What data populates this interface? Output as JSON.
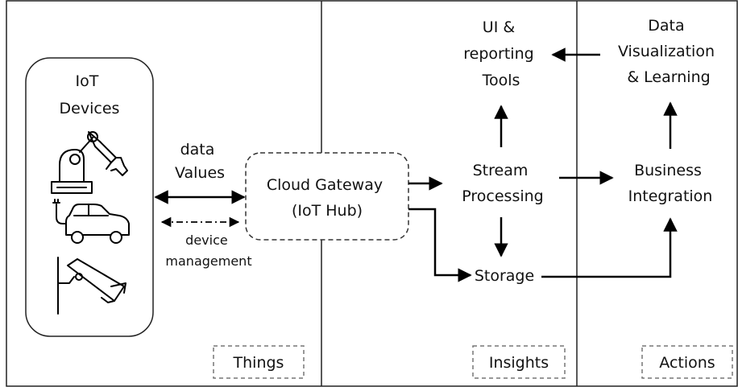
{
  "devices": {
    "title_lines": [
      "IoT",
      "Devices"
    ],
    "icons": [
      "robot-arm-icon",
      "electric-car-icon",
      "security-camera-icon"
    ]
  },
  "connection": {
    "data_lines": [
      "data",
      "Values"
    ],
    "mgmt_lines": [
      "device",
      "management"
    ]
  },
  "gateway": {
    "lines": [
      "Cloud Gateway",
      "(IoT Hub)"
    ]
  },
  "nodes": {
    "ui_tools": [
      "UI &",
      "reporting",
      "Tools"
    ],
    "stream": [
      "Stream",
      "Processing"
    ],
    "storage": [
      "Storage"
    ],
    "data_vis": [
      "Data",
      "Visualization",
      "& Learning"
    ],
    "business": [
      "Business",
      "Integration"
    ]
  },
  "sections": {
    "things": "Things",
    "insights": "Insights",
    "actions": "Actions"
  }
}
